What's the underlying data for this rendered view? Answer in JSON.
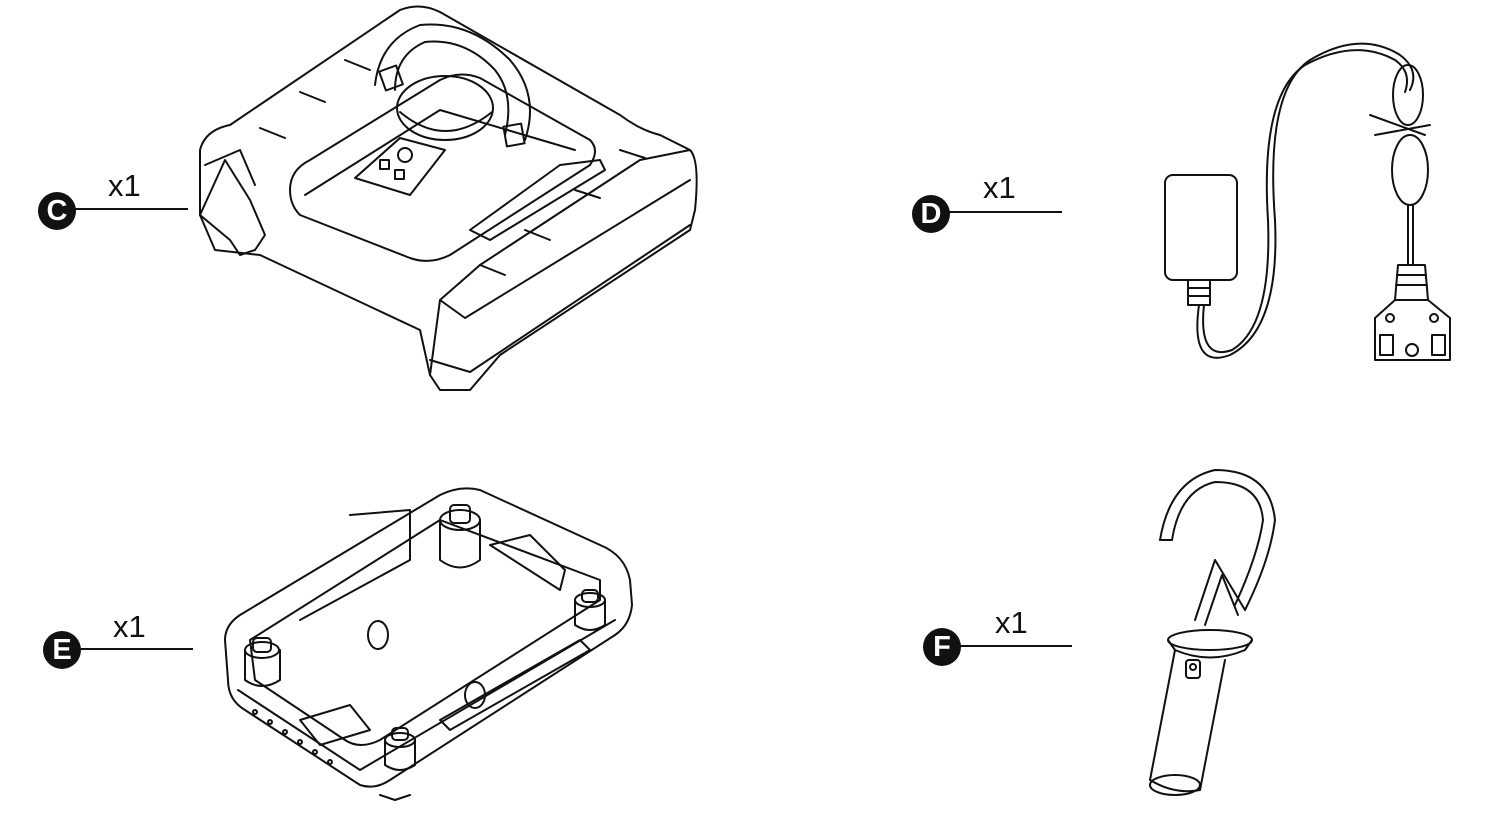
{
  "items": [
    {
      "id": "C",
      "label": "C",
      "quantity": "x1",
      "icon": "pool-robot-icon"
    },
    {
      "id": "D",
      "label": "D",
      "quantity": "x1",
      "icon": "power-supply-icon"
    },
    {
      "id": "E",
      "label": "E",
      "quantity": "x1",
      "icon": "caddy-base-icon"
    },
    {
      "id": "F",
      "label": "F",
      "quantity": "x1",
      "icon": "cleaning-hook-icon"
    }
  ]
}
